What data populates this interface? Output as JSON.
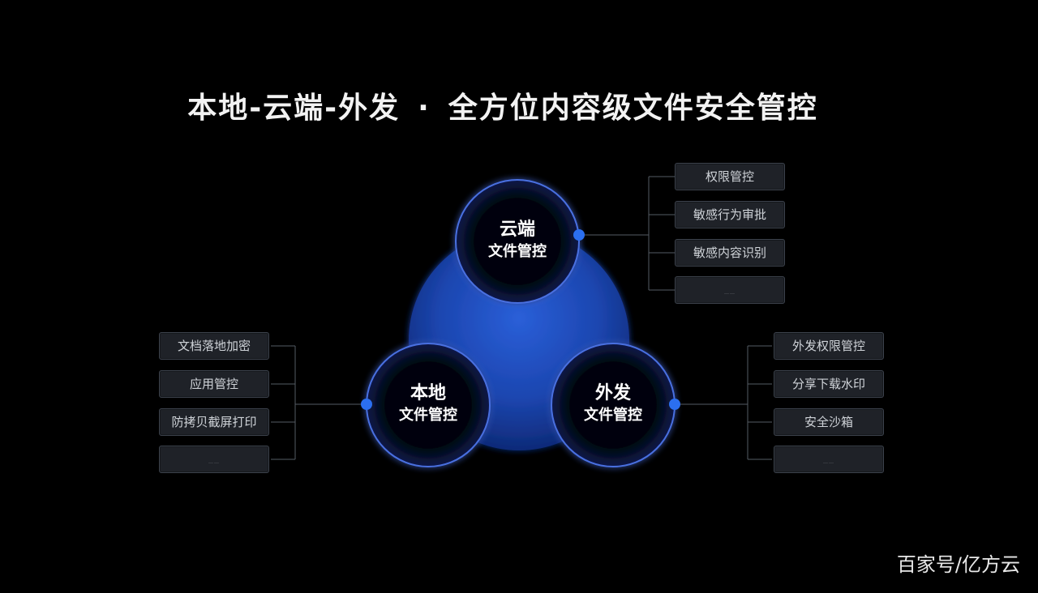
{
  "title": {
    "left": "本地-云端-外发",
    "separator": "·",
    "right": "全方位内容级文件安全管控"
  },
  "circles": {
    "cloud": {
      "line1": "云端",
      "line2": "文件管控"
    },
    "local": {
      "line1": "本地",
      "line2": "文件管控"
    },
    "outgoing": {
      "line1": "外发",
      "line2": "文件管控"
    }
  },
  "cloud_items": [
    "权限管控",
    "敏感行为审批",
    "敏感内容识别",
    "……"
  ],
  "local_items": [
    "文档落地加密",
    "应用管控",
    "防拷贝截屏打印",
    "……"
  ],
  "outgoing_items": [
    "外发权限管控",
    "分享下载水印",
    "安全沙箱",
    "……"
  ],
  "watermark": "百家号/亿方云",
  "colors": {
    "background": "#000000",
    "accent_blue": "#2b6ff0",
    "ring_blue": "#4a6fe0",
    "box_fill": "#1f2228"
  }
}
